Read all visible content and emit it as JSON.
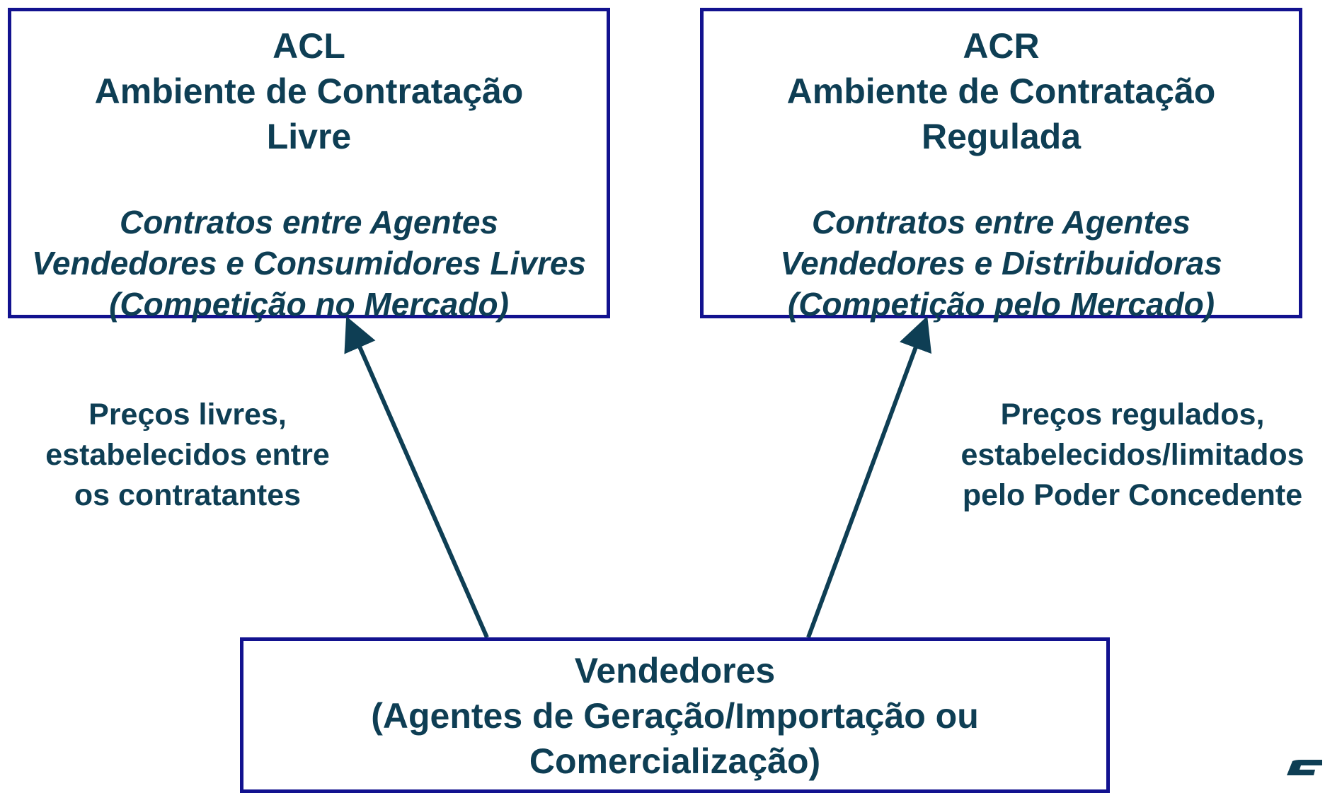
{
  "acl": {
    "code": "ACL",
    "name_line1": "Ambiente de Contratação",
    "name_line2": "Livre",
    "desc_line1": "Contratos entre Agentes",
    "desc_line2": "Vendedores e Consumidores Livres",
    "desc_line3": "(Competição no Mercado)"
  },
  "acr": {
    "code": "ACR",
    "name_line1": "Ambiente de Contratação",
    "name_line2": "Regulada",
    "desc_line1": "Contratos entre Agentes",
    "desc_line2": "Vendedores e Distribuidoras",
    "desc_line3": "(Competição pelo Mercado)"
  },
  "vendedores": {
    "title": "Vendedores",
    "line2": "(Agentes de Geração/Importação ou",
    "line3": "Comercialização)"
  },
  "note_left": {
    "line1": "Preços livres,",
    "line2": "estabelecidos entre",
    "line3": "os contratantes"
  },
  "note_right": {
    "line1": "Preços regulados,",
    "line2": "estabelecidos/limitados",
    "line3": "pelo Poder Concedente"
  },
  "colors": {
    "box_border": "#12128f",
    "text": "#0e3e54",
    "arrow": "#0e3e54"
  }
}
